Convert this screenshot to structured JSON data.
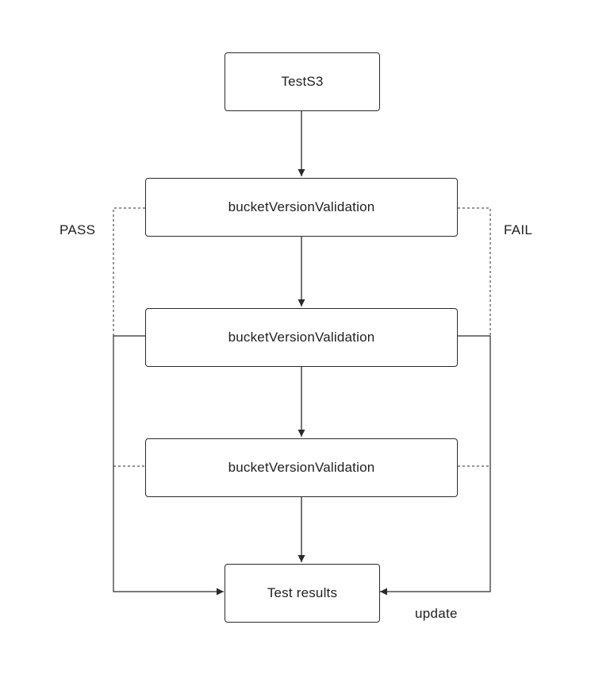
{
  "nodes": {
    "start": "TestS3",
    "step1": "bucketVersionValidation",
    "step2": "bucketVersionValidation",
    "step3": "bucketVersionValidation",
    "end": "Test results"
  },
  "labels": {
    "pass": "PASS",
    "fail": "FAIL",
    "update": "update"
  },
  "colors": {
    "stroke": "#2a2a2a",
    "text": "#1f1f1f",
    "background": "#ffffff"
  }
}
